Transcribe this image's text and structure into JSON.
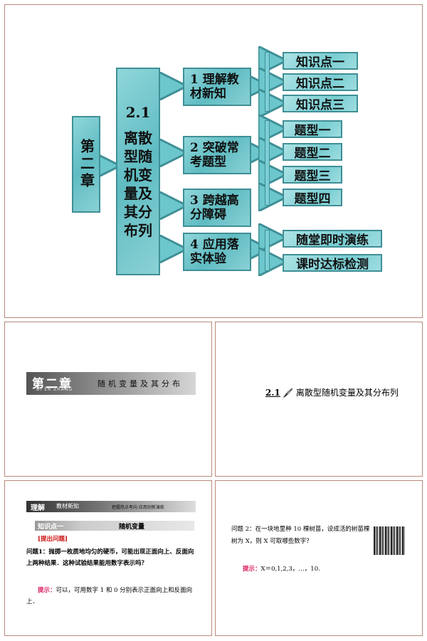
{
  "slide1": {
    "chapter": "第二章",
    "section": {
      "number": "2.1",
      "title": "离散型随机变量及其分布列"
    },
    "topics": [
      {
        "label": "1 理解教材新知",
        "items": [
          "知识点一",
          "知识点二",
          "知识点三"
        ]
      },
      {
        "label": "2 突破常考题型",
        "items": [
          "题型一",
          "题型二",
          "题型三",
          "题型四"
        ]
      },
      {
        "label": "3 跨越高分障碍",
        "items": []
      },
      {
        "label": "4 应用落实体验",
        "items": [
          "随堂即时演练",
          "课时达标检测"
        ]
      }
    ]
  },
  "slide2": {
    "chapter_big": "第二章",
    "chapter_pinyin": "DI ER ZHANG",
    "chapter_title": "随机变量及其分布"
  },
  "slide3": {
    "section_number": "2.1",
    "section_title": "离散型随机变量及其分布列"
  },
  "slide4": {
    "header_a": "理解",
    "header_b": "教材新知",
    "header_c": "把握热点考向 应用创新演练",
    "kp_tag": "知识点一",
    "kp_name": "随机变量",
    "raise": "[提出问题]",
    "q1": "问题1：抛掷一枚质地均匀的硬币，可能出现正面向上、反面向上两种结果．这种试验结果能用数字表示吗？",
    "hint_label": "提示：",
    "hint_text": "可以，可用数字 1 和 0 分别表示正面向上和反面向上．"
  },
  "slide5": {
    "q2": "问题 2：在一块地里种 10 棵树苗，设成活的树苗棵树为 X，则 X 可取哪些数字？",
    "hint_label": "提示：",
    "hint_text": "X＝0,1,2,3，…，10."
  }
}
